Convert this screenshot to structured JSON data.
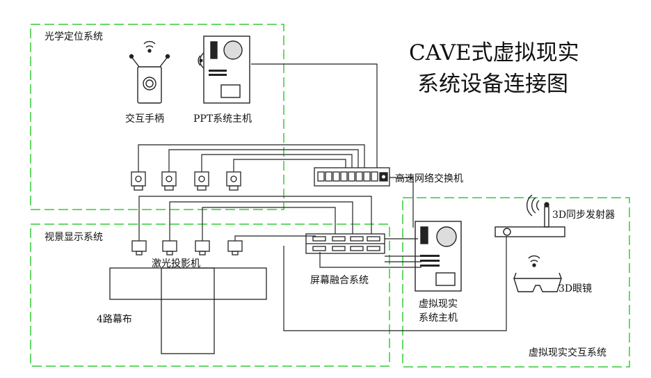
{
  "title": {
    "line1": "CAVE式虚拟现实",
    "line2": "系统设备连接图"
  },
  "regions": {
    "optical": "光学定位系统",
    "visual": "视景显示系统",
    "vr": "虚拟现实交互系统"
  },
  "labels": {
    "controller": "交互手柄",
    "ppt_host": "PPT系统主机",
    "switch": "高速网络交换机",
    "sync_emitter": "3D同步发射器",
    "projector": "激光投影机",
    "blending": "屏幕融合系统",
    "glasses": "3D眼镜",
    "screen": "4路幕布",
    "vr_host_l1": "虚拟现实",
    "vr_host_l2": "系统主机"
  },
  "colors": {
    "region_border": "#33cc33",
    "line": "#222222"
  }
}
